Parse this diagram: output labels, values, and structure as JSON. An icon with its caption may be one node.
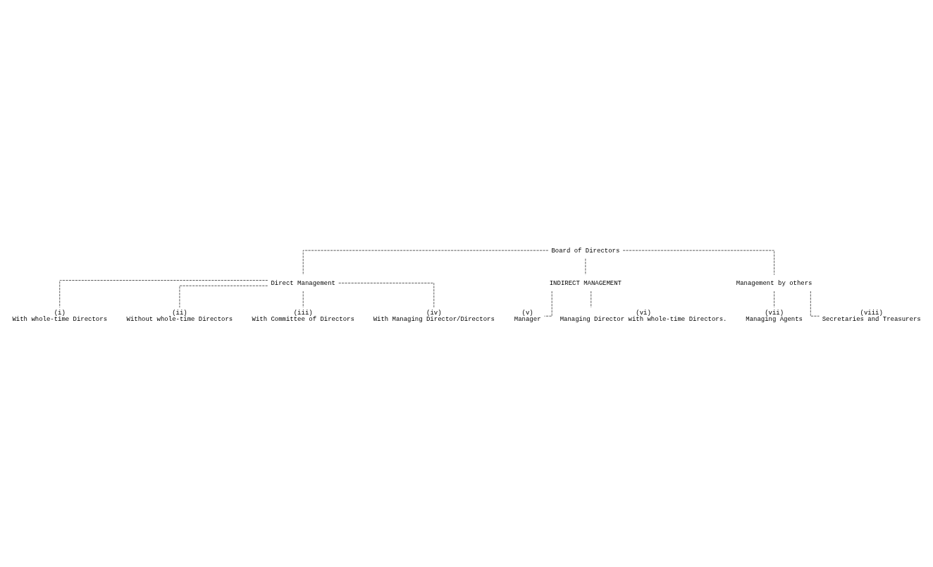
{
  "diagram": {
    "nodes": [
      {
        "text": [
          "Board of Directors"
        ]
      },
      {
        "text": [
          "Direct Management"
        ]
      },
      {
        "text": [
          "INDIRECT MANAGEMENT"
        ]
      },
      {
        "text": [
          "Management by others"
        ]
      },
      {
        "text": [
          "(v)",
          "Manager"
        ]
      },
      {
        "text": [
          "(vi)",
          "Managing Director with whole-time Directors."
        ]
      },
      {
        "text": [
          "(i)",
          "With whole-time Directors"
        ]
      },
      {
        "text": [
          "(ii)",
          "Without whole-time Directors"
        ]
      },
      {
        "text": [
          "(iii)",
          "With Committee of Directors"
        ]
      },
      {
        "text": [
          "(iv)",
          "With Managing Director/Directors"
        ]
      },
      {
        "text": [
          "(vii)",
          "Managing Agents"
        ]
      },
      {
        "text": [
          "(viii)",
          "Secretaries and Treasurers"
        ]
      }
    ],
    "edges": [
      {
        "from": 0,
        "to": 1,
        "arrow": "none",
        "style": "dashed"
      },
      {
        "from": 0,
        "to": 2,
        "arrow": "none",
        "style": "dashed"
      },
      {
        "from": 0,
        "to": 3,
        "arrow": "none",
        "style": "dashed"
      },
      {
        "from": 2,
        "to": 4,
        "arrow": "none",
        "style": "dashed"
      },
      {
        "from": 2,
        "to": 5,
        "arrow": "none",
        "style": "dashed"
      },
      {
        "from": 1,
        "to": 6,
        "arrow": "none",
        "style": "dashed"
      },
      {
        "from": 1,
        "to": 7,
        "arrow": "none",
        "style": "dashed"
      },
      {
        "from": 1,
        "to": 8,
        "arrow": "none",
        "style": "dashed"
      },
      {
        "from": 1,
        "to": 9,
        "arrow": "none",
        "style": "dashed"
      },
      {
        "from": 3,
        "to": 10,
        "arrow": "none",
        "style": "dashed"
      },
      {
        "from": 3,
        "to": 11,
        "arrow": "none",
        "style": "dashed"
      }
    ]
  }
}
